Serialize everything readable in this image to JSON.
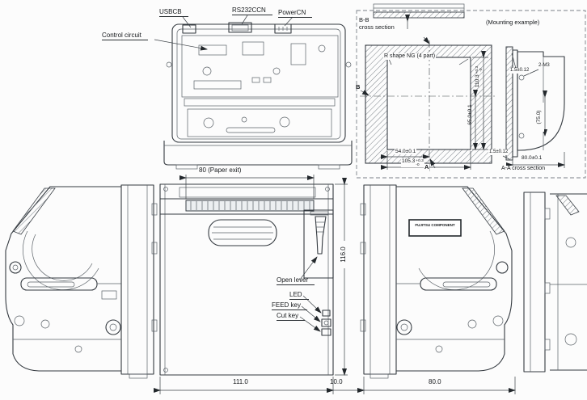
{
  "style": {
    "ink": "#343a40",
    "paper": "#fcfcfc"
  },
  "top_view": {
    "usbcb": "USBCB",
    "rs232ccn": "RS232CCN",
    "powercn": "PowerCN",
    "control_circuit": "Control circuit"
  },
  "mounting": {
    "section_label_line1": "B-B",
    "section_label_line2": "cross section",
    "title": "(Mounting example)",
    "r_shape_note": "R shape NG (4 part)",
    "dim_height": "110.3",
    "dim_height_tol_plus": "+0.3",
    "dim_height_tol_minus": "-0",
    "dim_65": "65.0±0.1",
    "dim_75": "(75.0)",
    "dim_plate_top": "1.5±0.12",
    "screw_note": "2-M3",
    "dim_54": "54.0±0.1",
    "dim_width": "105.3",
    "dim_width_tol_plus": "+0.3",
    "dim_width_tol_minus": "-0",
    "dim_plate_bottom": "1.5±0.12",
    "dim_depth": "80.0±0.1",
    "aa_label": "A-A cross section",
    "marker_a": "A",
    "marker_b": "B"
  },
  "back_view": {
    "paper_exit": "80 (Paper exit)",
    "open_lever": "Open lever",
    "led": "LED",
    "feed_key": "FEED key",
    "cut_key": "Cut key"
  },
  "dims": {
    "height": "116.0",
    "width_center": "111.0",
    "gap": "10.0",
    "width_right": "80.0"
  },
  "nameplate": {
    "brand": "FUJITSU COMPONENT"
  }
}
